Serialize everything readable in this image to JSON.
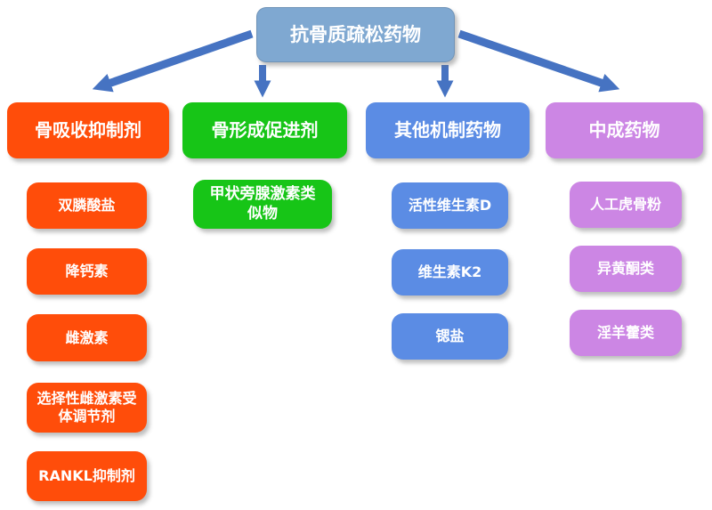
{
  "diagram": {
    "root": {
      "label": "抗骨质疏松药物"
    },
    "columns": [
      {
        "header": "骨吸收抑制剂",
        "color": "#FF4D0A",
        "items": [
          "双膦酸盐",
          "降钙素",
          "雌激素",
          "选择性雌激素受体调节剂",
          "RANKL抑制剂"
        ]
      },
      {
        "header": "骨形成促进剂",
        "color": "#17C517",
        "items": [
          "甲状旁腺激素类似物"
        ]
      },
      {
        "header": "其他机制药物",
        "color": "#5B8CE4",
        "items": [
          "活性维生素D",
          "维生素K2",
          "锶盐"
        ]
      },
      {
        "header": "中成药物",
        "color": "#CC86E4",
        "items": [
          "人工虎骨粉",
          "异黄酮类",
          "淫羊藿类"
        ]
      }
    ],
    "colors": {
      "root_fill": "#7FA8D1",
      "arrow": "#4673C2",
      "text": "#FFFFFF",
      "background": "#FFFFFF"
    }
  }
}
